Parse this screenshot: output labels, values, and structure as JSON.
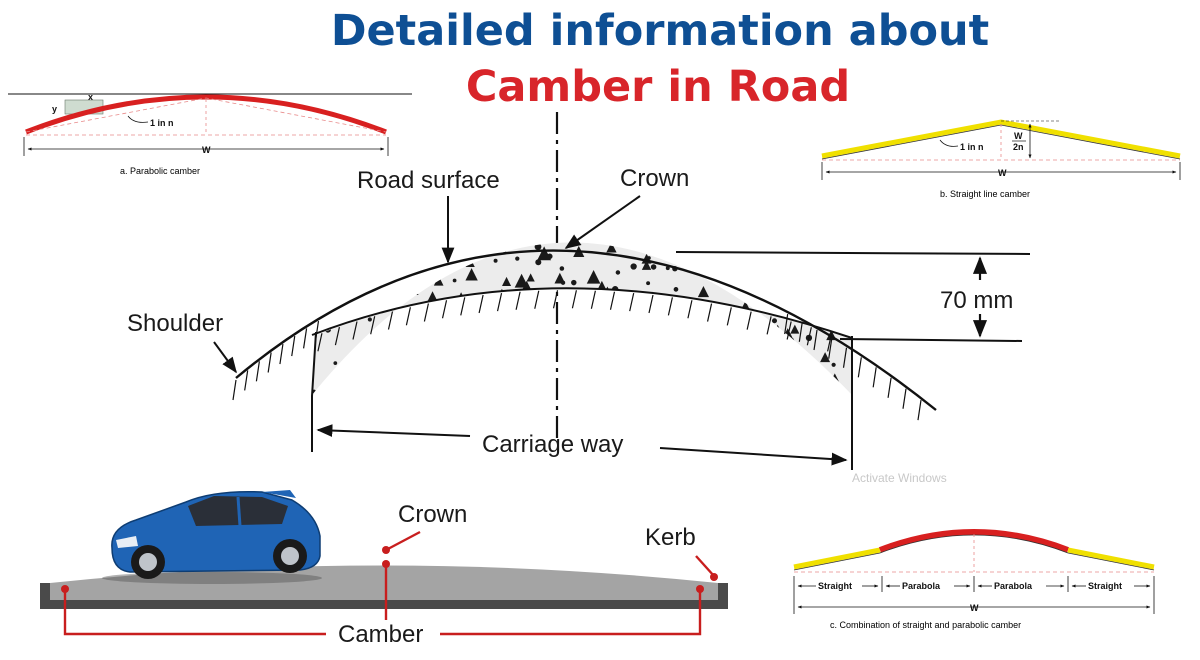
{
  "title": {
    "line1": "Detailed information about",
    "line2": "Camber in Road",
    "color_line1": "#0e4f94",
    "color_line2": "#d8252a"
  },
  "parabolic_camber": {
    "caption": "a. Parabolic camber",
    "slope_label": "1 in n",
    "width_label": "W",
    "x_label": "x",
    "y_label": "y",
    "road_color": "#d82020"
  },
  "straight_camber": {
    "caption": "b. Straight line camber",
    "slope_label": "1 in n",
    "width_label": "W",
    "rise_label_num": "W",
    "rise_label_den": "2n",
    "road_color": "#f0e000"
  },
  "main_diagram": {
    "road_surface_label": "Road surface",
    "crown_label": "Crown",
    "shoulder_label": "Shoulder",
    "rise_label": "70 mm",
    "carriage_label": "Carriage way",
    "watermark": "Activate Windows"
  },
  "car_scene": {
    "crown_label": "Crown",
    "kerb_label": "Kerb",
    "camber_label": "Camber",
    "car_color": "#1f64b5",
    "marker_color": "#c81e1e"
  },
  "combined_camber": {
    "caption": "c. Combination of straight and parabolic camber",
    "segments": [
      "Straight",
      "Parabola",
      "Parabola",
      "Straight"
    ],
    "width_label": "W"
  }
}
